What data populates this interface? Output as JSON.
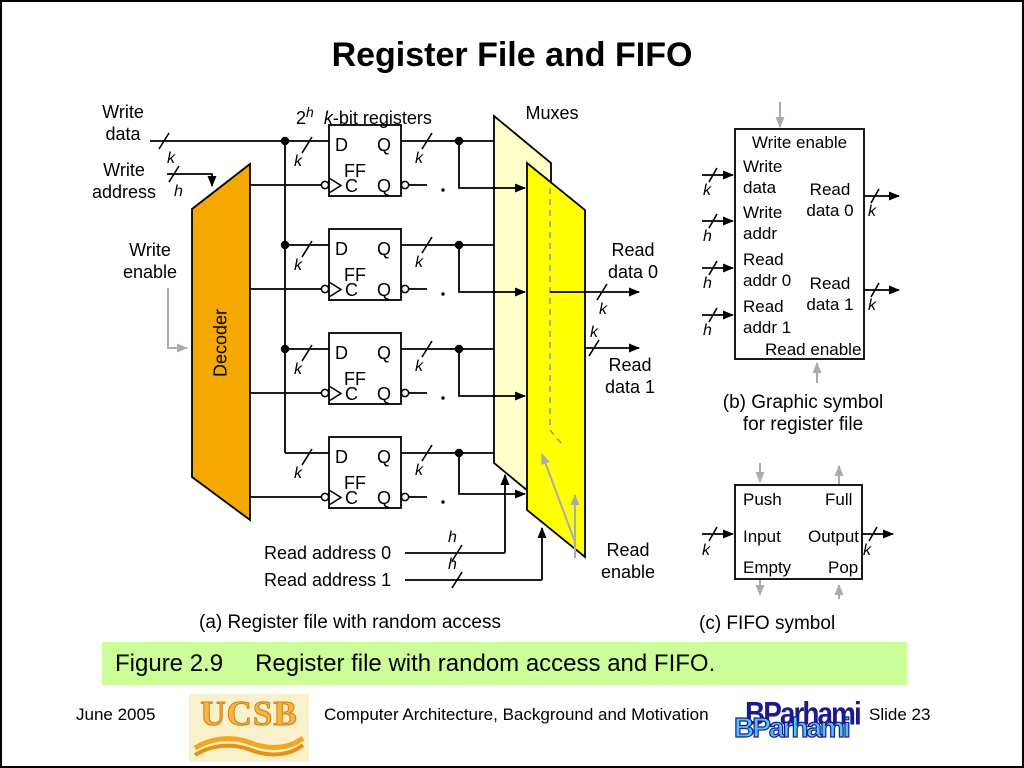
{
  "slide": {
    "title": "Register File and FIFO",
    "figure_caption": {
      "number": "Figure 2.9",
      "text": "Register file with random access and FIFO."
    },
    "footer": {
      "date": "June 2005",
      "center": "Computer Architecture, Background and Motivation",
      "slide_number": "Slide 23",
      "logo_left": "UCSB",
      "logo_right": "BParhami"
    }
  },
  "bus": {
    "k": "k",
    "h": "h"
  },
  "diagram_a": {
    "caption": "(a) Register file with random access",
    "labels": {
      "write_data": "Write data",
      "write_address": "Write address",
      "write_enable": "Write enable",
      "registers_prefix": "2",
      "registers_exp": "h",
      "registers_var": "k",
      "registers_suffix": "-bit registers",
      "muxes": "Muxes",
      "decoder": "Decoder",
      "read_data0": "Read data 0",
      "read_data1": "Read data 1",
      "read_address0": "Read address 0",
      "read_address1": "Read address 1",
      "read_enable": "Read enable"
    },
    "ff": {
      "d": "D",
      "q": "Q",
      "name": "FF",
      "c": "C",
      "qbar": "Q"
    }
  },
  "diagram_b": {
    "caption": "(b) Graphic symbol for register file",
    "write_enable": "Write enable",
    "write_data": "Write data",
    "write_addr": "Write addr",
    "read_addr0": "Read addr 0",
    "read_addr1": "Read addr 1",
    "read_data0": "Read data 0",
    "read_data1": "Read data 1",
    "read_enable": "Read enable"
  },
  "diagram_c": {
    "caption": "(c) FIFO symbol",
    "push": "Push",
    "full": "Full",
    "input": "Input",
    "output": "Output",
    "empty": "Empty",
    "pop": "Pop"
  },
  "colors": {
    "decoder_fill": "#F5A800",
    "mux_front_fill": "#FFFF00",
    "mux_back_fill": "#FFFFC8",
    "caption_bg": "#CCFF99",
    "gray_signal": "#ABABAB"
  }
}
